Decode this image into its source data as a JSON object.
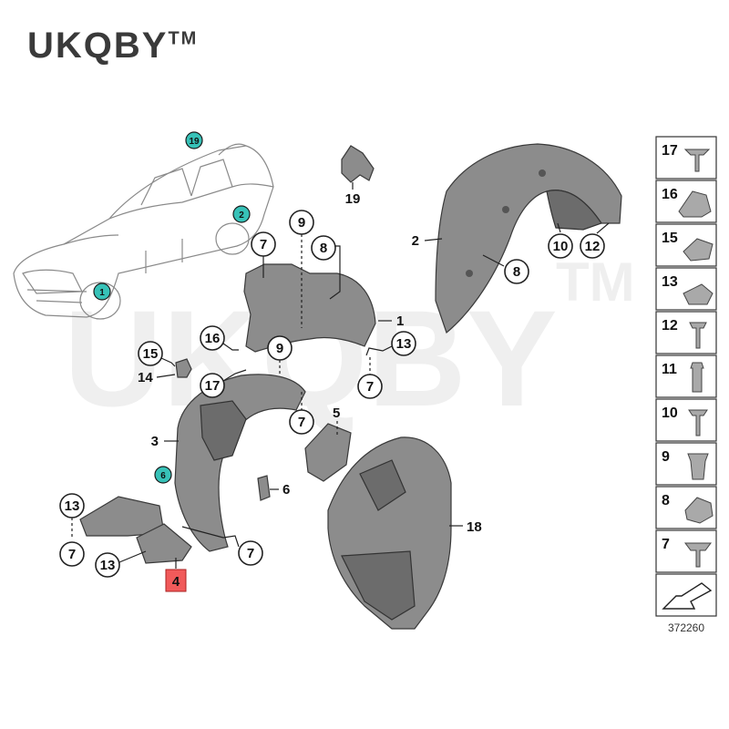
{
  "brand": {
    "text": "UKQBY",
    "tm": "TM"
  },
  "watermark": {
    "text": "UKQBY",
    "tm": "TM"
  },
  "car_markers": [
    "19",
    "2",
    "1"
  ],
  "callouts": {
    "c19": "19",
    "c9a": "9",
    "c7a": "7",
    "c8a": "8",
    "c1": "1",
    "c2": "2",
    "c8b": "8",
    "c10": "10",
    "c12": "12",
    "c15": "15",
    "c14": "14",
    "c16": "16",
    "c9b": "9",
    "c13a": "13",
    "c17": "17",
    "c7b": "7",
    "c3": "3",
    "c7c": "7",
    "c5": "5",
    "c6": "6",
    "c13b": "13",
    "c7d": "7",
    "c13c": "13",
    "c7e": "7",
    "c18": "18",
    "c4": "4"
  },
  "side_marker": "6",
  "fasteners": [
    "17",
    "16",
    "15",
    "13",
    "12",
    "11",
    "10",
    "9",
    "8",
    "7"
  ],
  "image_code": "372260"
}
